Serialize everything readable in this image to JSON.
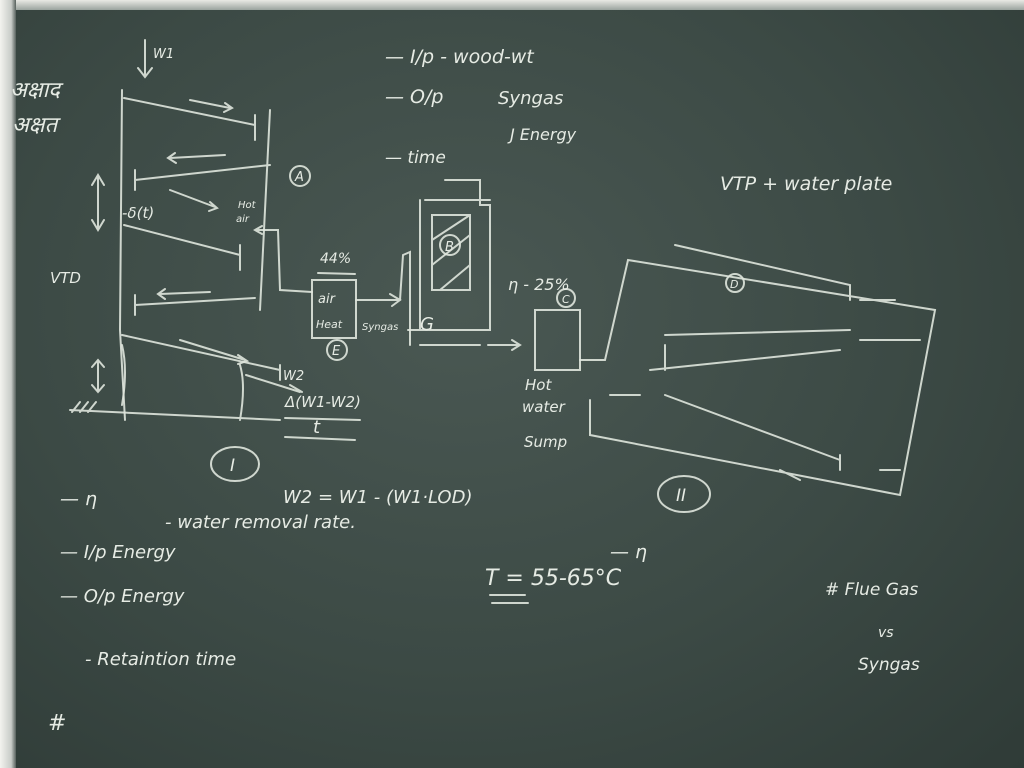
{
  "hindi": [
    "अक्षाद",
    "अक्षत"
  ],
  "dryer": {
    "w1": "W1",
    "delta_t": "-δ(t)",
    "hot_air": [
      "Hot",
      "air"
    ],
    "label": "VTD",
    "marker": "A",
    "w2": "W2",
    "rate_num": "Δ(W1-W2)",
    "rate_den": "t",
    "section": "I",
    "formula": "W2 = W1 - (W1·LOD)"
  },
  "heater": {
    "percent": "44%",
    "air": "air",
    "heat": "Heat",
    "syngas": "Syngas",
    "marker": "E"
  },
  "top_list": {
    "input": "— I/p - wood-wt",
    "output": "— O/p",
    "syngas": "Syngas",
    "energy": "J Energy",
    "time": "— time"
  },
  "gasifier": {
    "marker": "B",
    "label": "G"
  },
  "sump": {
    "eff": "η - 25%",
    "marker": "C",
    "label": [
      "Hot",
      "water",
      "Sump"
    ]
  },
  "plate": {
    "title": "VTP + water plate",
    "marker": "D",
    "section": "II"
  },
  "bottom_list": {
    "eta": "— η",
    "eta_desc": "- water removal rate.",
    "ip": "— I/p Energy",
    "op": "— O/p Energy",
    "ret": "- Retaintion time",
    "hash": "#"
  },
  "mid": {
    "eta": "— η",
    "temp": "T = 55-65°C"
  },
  "note": {
    "hash": "# Flue Gas",
    "vs": "vs",
    "syngas": "Syngas"
  }
}
